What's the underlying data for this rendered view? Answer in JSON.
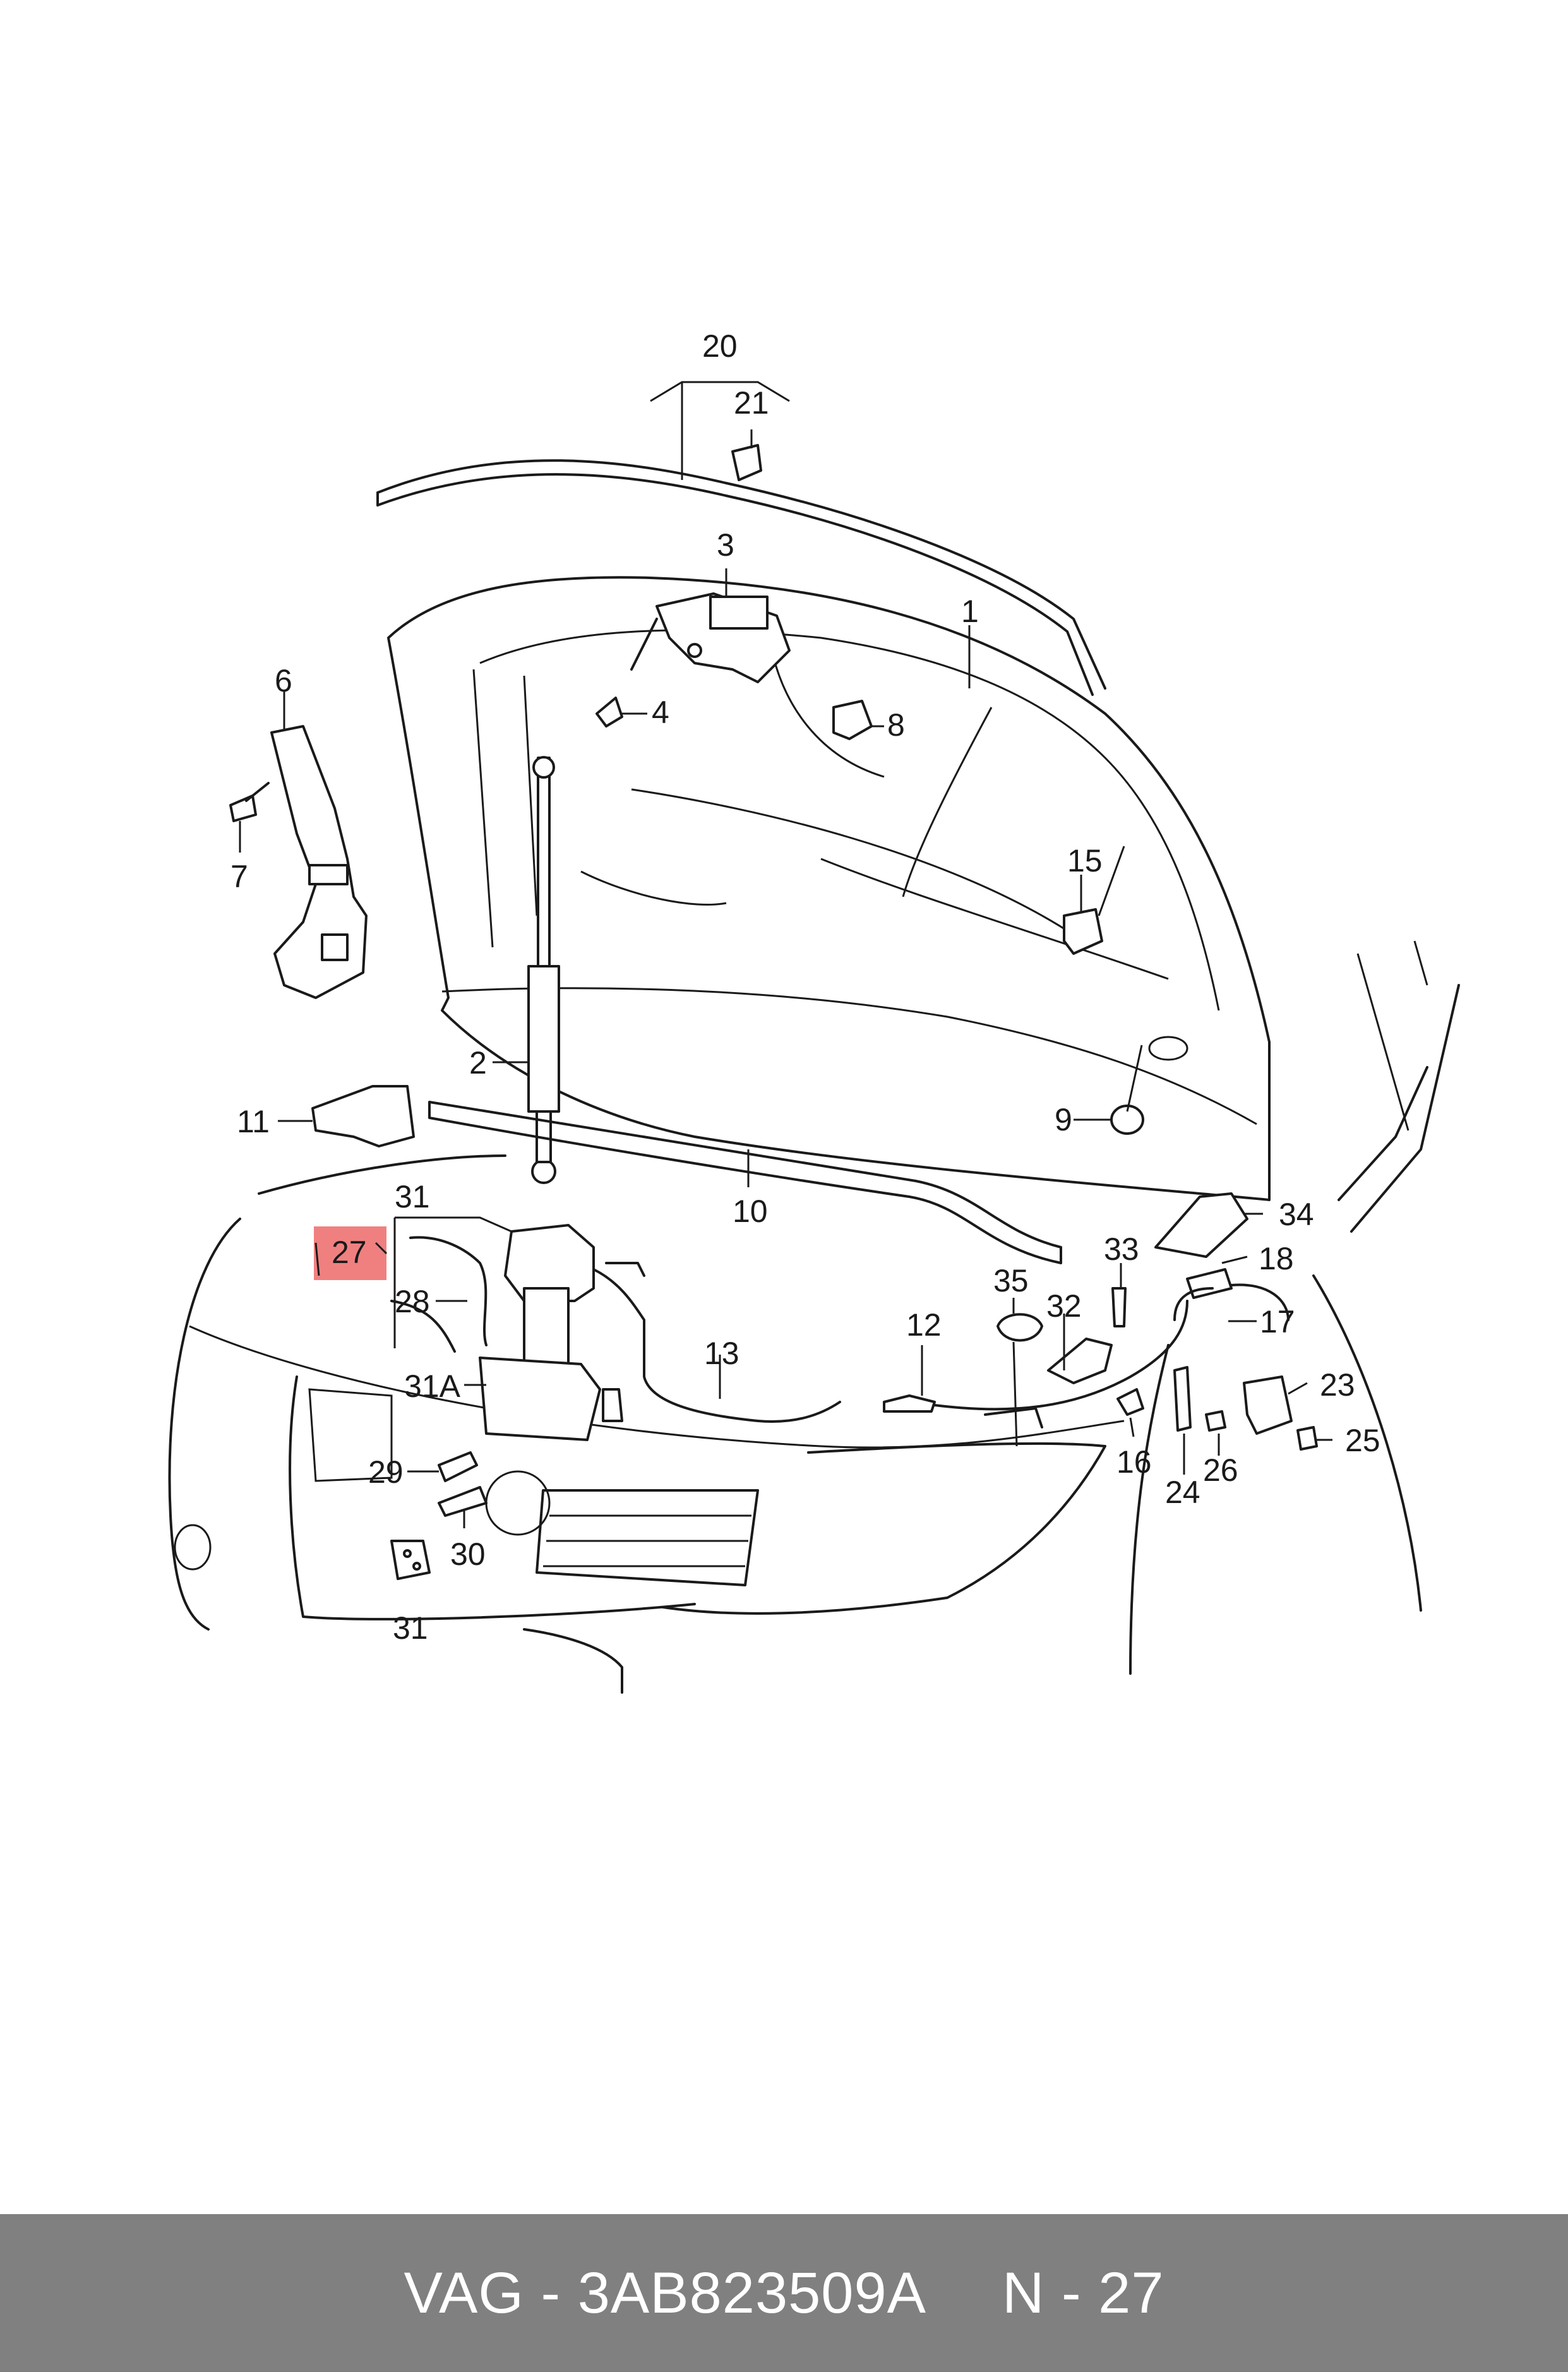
{
  "diagram": {
    "highlight_color": "#f08080",
    "highlighted_callout": "27",
    "callouts": {
      "c1": "1",
      "c2": "2",
      "c3": "3",
      "c4": "4",
      "c6": "6",
      "c7": "7",
      "c8": "8",
      "c9": "9",
      "c10": "10",
      "c11": "11",
      "c12": "12",
      "c13": "13",
      "c15": "15",
      "c16": "16",
      "c17": "17",
      "c18": "18",
      "c20": "20",
      "c21": "21",
      "c23": "23",
      "c24": "24",
      "c25": "25",
      "c26": "26",
      "c27": "27",
      "c28": "28",
      "c29": "29",
      "c30": "30",
      "c31a": "31",
      "c31b": "31",
      "c31A": "31A",
      "c32": "32",
      "c33": "33",
      "c34": "34",
      "c35": "35"
    }
  },
  "footer": {
    "background": "#808080",
    "part_number": "VAG - 3AB823509A",
    "position_label": "N - 27"
  }
}
